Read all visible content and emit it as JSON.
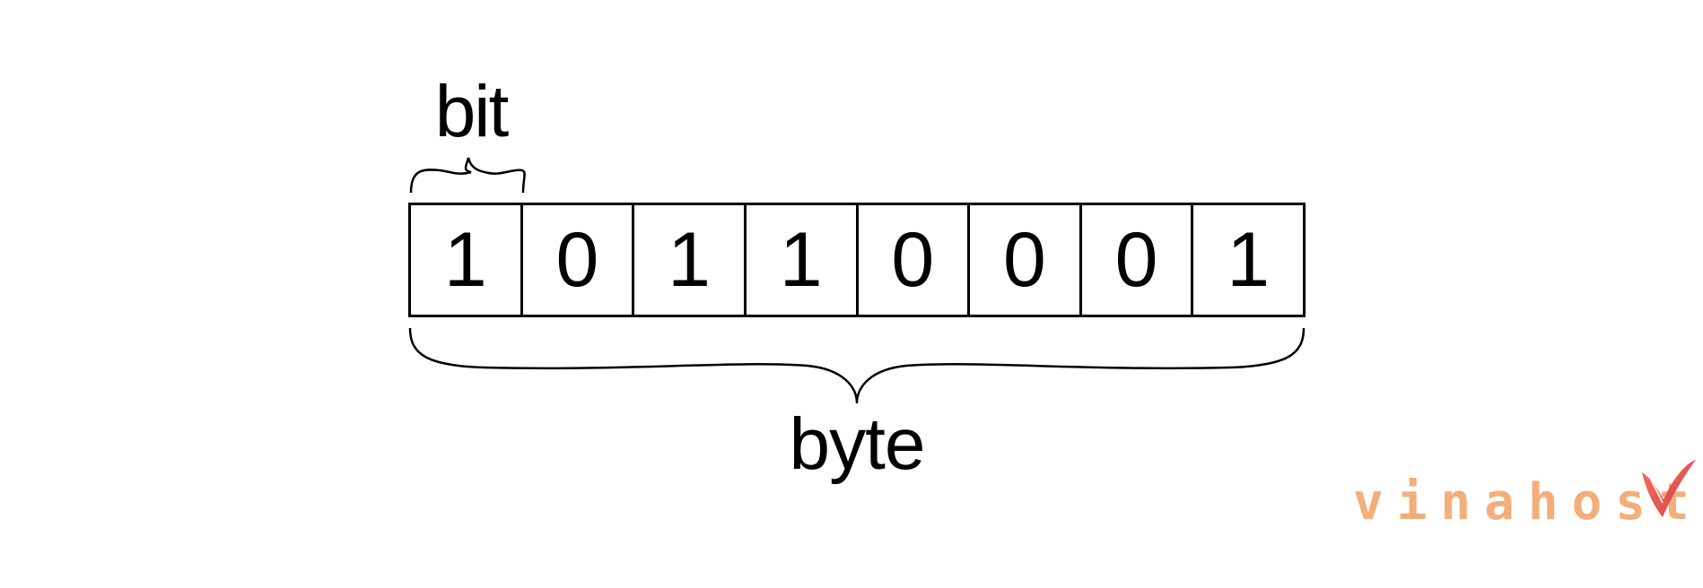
{
  "diagram": {
    "bit_label": "bit",
    "byte_label": "byte",
    "bits": [
      "1",
      "0",
      "1",
      "1",
      "0",
      "0",
      "0",
      "1"
    ]
  },
  "logo": {
    "text": "vinahost.",
    "colors": {
      "text": "#f1a063",
      "mark": "#e8453c"
    }
  }
}
